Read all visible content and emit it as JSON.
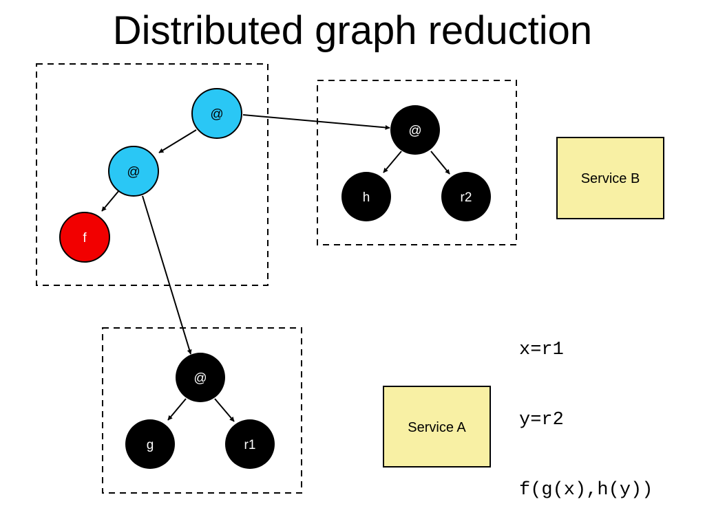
{
  "title": "Distributed graph reduction",
  "colors": {
    "apply_local": "#2ac7f5",
    "function_local": "#f20000",
    "remote_node": "#000000",
    "service_fill": "#f8f0a4",
    "edge": "#000000"
  },
  "graph": {
    "local": {
      "apply_top": "@",
      "apply_inner": "@",
      "func_f": "f"
    },
    "remote_b": {
      "apply": "@",
      "func_h": "h",
      "arg_r2": "r2"
    },
    "remote_a": {
      "apply": "@",
      "func_g": "g",
      "arg_r1": "r1"
    }
  },
  "services": {
    "b": "Service B",
    "a": "Service A"
  },
  "code_lines": [
    "x=r1",
    "y=r2",
    "f(g(x),h(y))"
  ]
}
